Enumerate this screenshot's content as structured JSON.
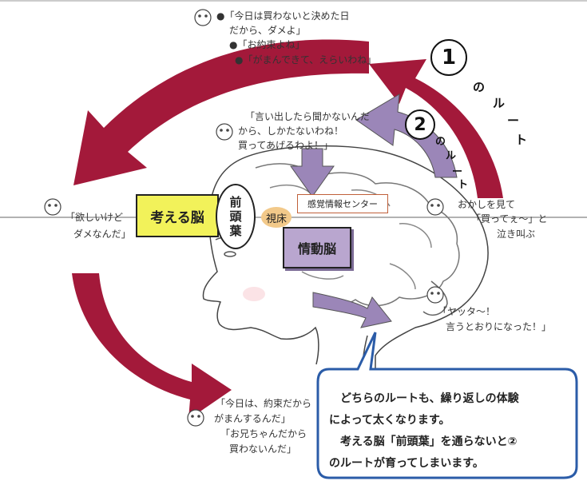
{
  "colors": {
    "red_arrow": "#a3193a",
    "purple_arrow": "#9b86b8",
    "think_box": "#f2f25a",
    "callout_border": "#2b5ca8"
  },
  "quotes": {
    "top": [
      "●「今日は買わないと決めた日",
      "だから、ダメよ」",
      "●「お約束よね」",
      "●「がまんできて、えらいわね」"
    ],
    "middle": [
      "「言い出したら聞かないんだ",
      "から、しかたないわね！",
      "買ってあげるわよ！」"
    ],
    "left": [
      "「欲しいけど",
      "ダメなんだ」"
    ],
    "right": [
      "おかしを見て",
      "「買ってぇ〜」と",
      "泣き叫ぶ"
    ],
    "yatta": [
      "「ヤッタ〜！",
      "言うとおりになった！」"
    ],
    "bottom": [
      "「今日は、約束だから",
      "がまんするんだ」",
      "「お兄ちゃんだから",
      "買わないんだ」"
    ]
  },
  "brain": {
    "think": "考える脳",
    "frontal": [
      "前",
      "頭",
      "葉"
    ],
    "thalamus": "視床",
    "sensory": "感覚情報センター",
    "emotion": "情動脳"
  },
  "routes": {
    "route1_num": "1",
    "route1_chars": [
      "の",
      "ル",
      "ー",
      "ト"
    ],
    "route2_num": "2",
    "route2_chars": [
      "の",
      "ル",
      "ー",
      "ト"
    ]
  },
  "callout": [
    "　どちらのルートも、繰り返しの体験",
    "によって太くなります。",
    "　考える脳「前頭葉」を通らないと②",
    "のルートが育ってしまいます。"
  ]
}
